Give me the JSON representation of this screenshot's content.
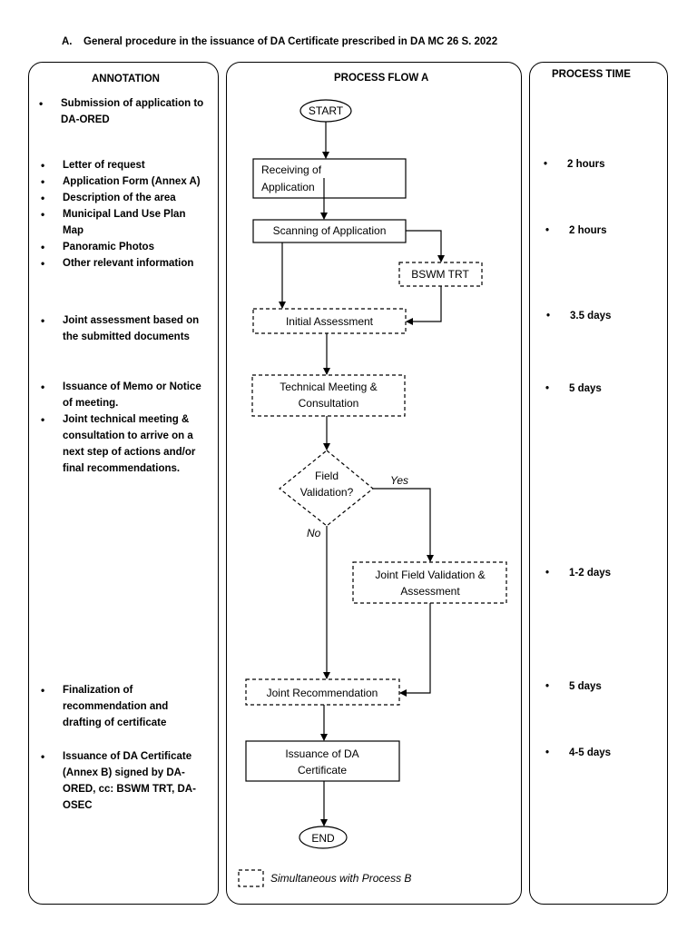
{
  "title": {
    "letter": "A.",
    "text": "General procedure in the issuance of DA Certificate prescribed in DA MC 26 S. 2022"
  },
  "annotation": {
    "header": "ANNOTATION",
    "groups": [
      [
        "Submission of application to DA-ORED"
      ],
      [
        "Letter of request",
        "Application Form (Annex A)",
        "Description of the area",
        "Municipal Land Use Plan Map",
        "Panoramic Photos",
        "Other relevant information"
      ],
      [
        "Joint assessment based on the submitted documents"
      ],
      [
        "Issuance of Memo or Notice of meeting.",
        "Joint technical meeting & consultation to arrive on a next step of actions and/or final recommendations."
      ],
      [
        "Finalization of recommendation and drafting of certificate"
      ],
      [
        "Issuance of DA Certificate (Annex B) signed by DA-ORED, cc: BSWM TRT, DA-OSEC"
      ]
    ]
  },
  "flow": {
    "header": "PROCESS FLOW A",
    "start": "START",
    "receiving": [
      "Receiving of",
      "Application"
    ],
    "scanning": "Scanning of Application",
    "bswm": "BSWM TRT",
    "initial": "Initial Assessment",
    "technical": [
      "Technical Meeting &",
      "Consultation"
    ],
    "decision": [
      "Field",
      "Validation?"
    ],
    "yes": "Yes",
    "no": "No",
    "joint_field": [
      "Joint Field Validation &",
      "Assessment"
    ],
    "joint_rec": "Joint Recommendation",
    "issuance": [
      "Issuance of DA",
      "Certificate"
    ],
    "end": "END",
    "legend": "Simultaneous with Process B"
  },
  "process_time": {
    "header": "PROCESS TIME",
    "items": [
      "2 hours",
      "2 hours",
      "3.5 days",
      "5 days",
      "1-2 days",
      "5 days",
      "4-5 days"
    ]
  }
}
